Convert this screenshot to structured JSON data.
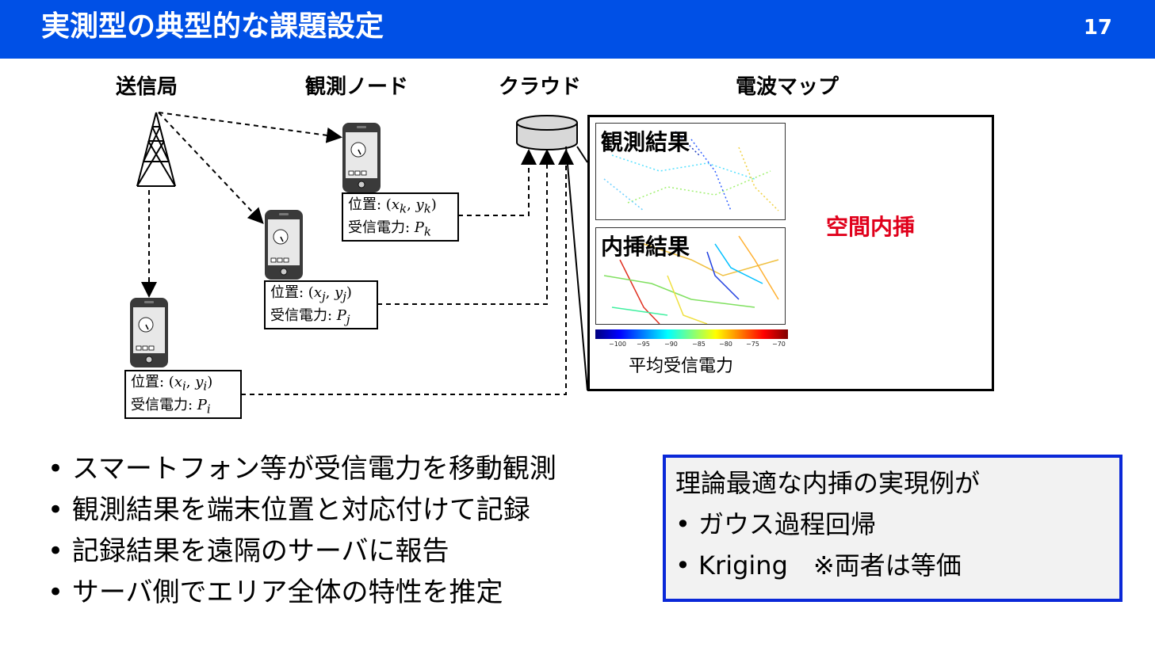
{
  "header": {
    "title": "実測型の典型的な課題設定",
    "page_number": "17"
  },
  "labels": {
    "tx": "送信局",
    "node": "観測ノード",
    "cloud": "クラウド",
    "map": "電波マップ"
  },
  "nodes": {
    "k": {
      "pos_prefix": "位置: (",
      "x": "x",
      "xs": "k",
      "y": "y",
      "ys": "k",
      "power_prefix": "受信電力: ",
      "p": "P",
      "ps": "k"
    },
    "j": {
      "pos_prefix": "位置: (",
      "x": "x",
      "xs": "j",
      "y": "y",
      "ys": "j",
      "power_prefix": "受信電力: ",
      "p": "P",
      "ps": "j"
    },
    "i": {
      "pos_prefix": "位置: (",
      "x": "x",
      "xs": "i",
      "y": "y",
      "ys": "i",
      "power_prefix": "受信電力: ",
      "p": "P",
      "ps": "i"
    }
  },
  "map_panel": {
    "observed": "観測結果",
    "interpolated": "内挿結果",
    "spatial_interp": "空間内挿",
    "colorbar_ticks": [
      "−100",
      "−95",
      "−90",
      "−85",
      "−80",
      "−75",
      "−70"
    ],
    "colorbar_label": "平均受信電力"
  },
  "bullets": [
    "スマートフォン等が受信電力を移動観測",
    "観測結果を端末位置と対応付けて記録",
    "記録結果を遠隔のサーバに報告",
    "サーバ側でエリア全体の特性を推定"
  ],
  "box": {
    "heading": "理論最適な内挿の実現例が",
    "items": [
      "ガウス過程回帰",
      "Kriging　※両者は等価"
    ]
  }
}
